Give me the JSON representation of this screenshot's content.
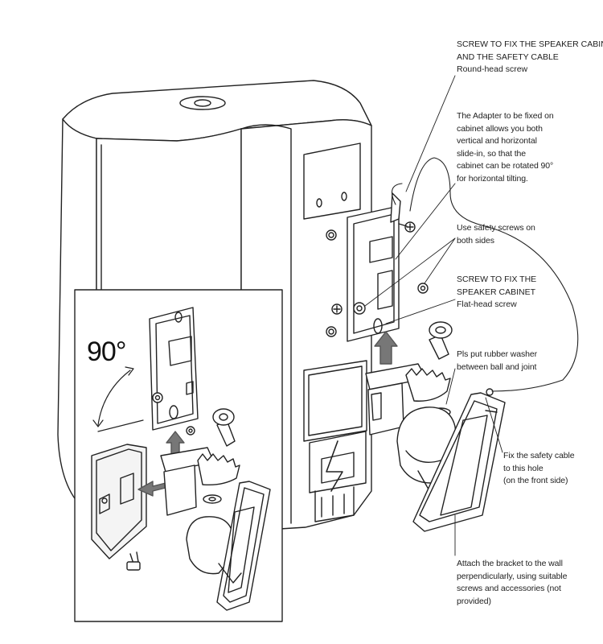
{
  "angle_label": "90°",
  "callouts": {
    "screw_cabinet_cable": {
      "line1": "SCREW TO FIX THE SPEAKER CABINET",
      "line2": "AND THE SAFETY CABLE",
      "line3": "Round-head screw"
    },
    "adapter": {
      "line1": "The Adapter to be fixed on",
      "line2": "cabinet allows you both",
      "line3": "vertical and horizontal",
      "line4": "slide-in, so that the",
      "line5": "cabinet can be rotated 90°",
      "line6": "for horizontal tilting."
    },
    "safety_screws": {
      "line1": "Use safety screws on",
      "line2": "both sides"
    },
    "screw_cabinet": {
      "line1": "SCREW  TO  FIX  THE",
      "line2": "SPEAKER CABINET",
      "line3": "Flat-head screw"
    },
    "rubber_washer": {
      "line1": "Pls put rubber washer",
      "line2": "between ball and joint"
    },
    "safety_cable_hole": {
      "line1": "Fix the safety cable",
      "line2": "to this hole",
      "line3": "(on the front side)"
    },
    "attach_bracket": {
      "line1": "Attach the bracket to the wall",
      "line2": "perpendicularly, using suitable",
      "line3": "screws and accessories (not",
      "line4": "provided)"
    }
  }
}
